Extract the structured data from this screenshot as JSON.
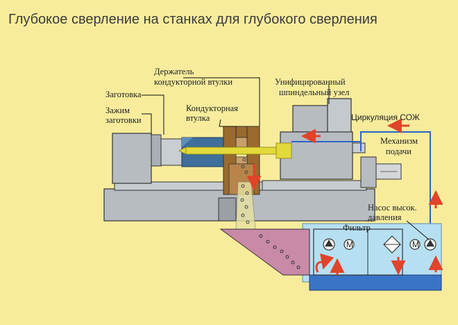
{
  "title": "Глубокое сверление на станках для глубокого сверления",
  "labels": {
    "workpiece": "Заготовка",
    "clamp_line1": "Зажим",
    "clamp_line2": "заготовки",
    "bush_holder_line1": "Держатель",
    "bush_holder_line2": "кондукторной втулки",
    "bush_line1": "Кондукторная",
    "bush_line2": "втулка",
    "spindle_line1": "Унифицированный",
    "spindle_line2": "шпиндельный узел",
    "coolant": "Циркуляция СОЖ",
    "feed_line1": "Механизм",
    "feed_line2": "подачи",
    "pump_line1": "Насос высок.",
    "pump_line2": "давления",
    "filter": "Фильтр",
    "motor_symbol": "M"
  },
  "colors": {
    "background": "#f8ec9c",
    "machine_gray": "#b7bcc1",
    "machine_dark": "#8e959b",
    "workpiece_blue": "#3d6f9a",
    "drill_yellow": "#e2da3a",
    "holder_brown": "#9b6a2e",
    "coolant_blue": "#2f63c7",
    "arrow_red": "#e0442a",
    "tank_cyan": "#b6dff2",
    "chip_pink": "#c98aa8"
  }
}
